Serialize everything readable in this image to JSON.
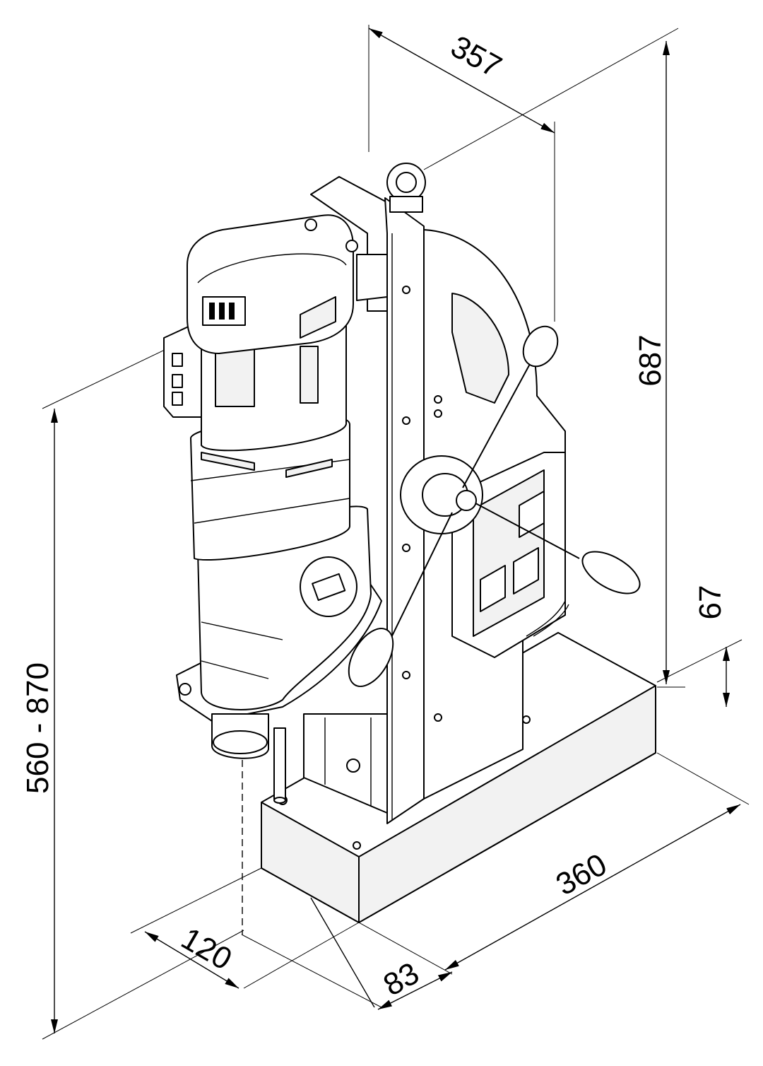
{
  "dimensions": {
    "top_depth": "357",
    "total_height": "687",
    "motor_to_base_height": "67",
    "stroke_range": "560 - 870",
    "base_length": "360",
    "spindle_offset": "120",
    "base_width": "83"
  },
  "colors": {
    "line": "#000000",
    "background": "#ffffff",
    "shading": "#f2f2f2"
  }
}
